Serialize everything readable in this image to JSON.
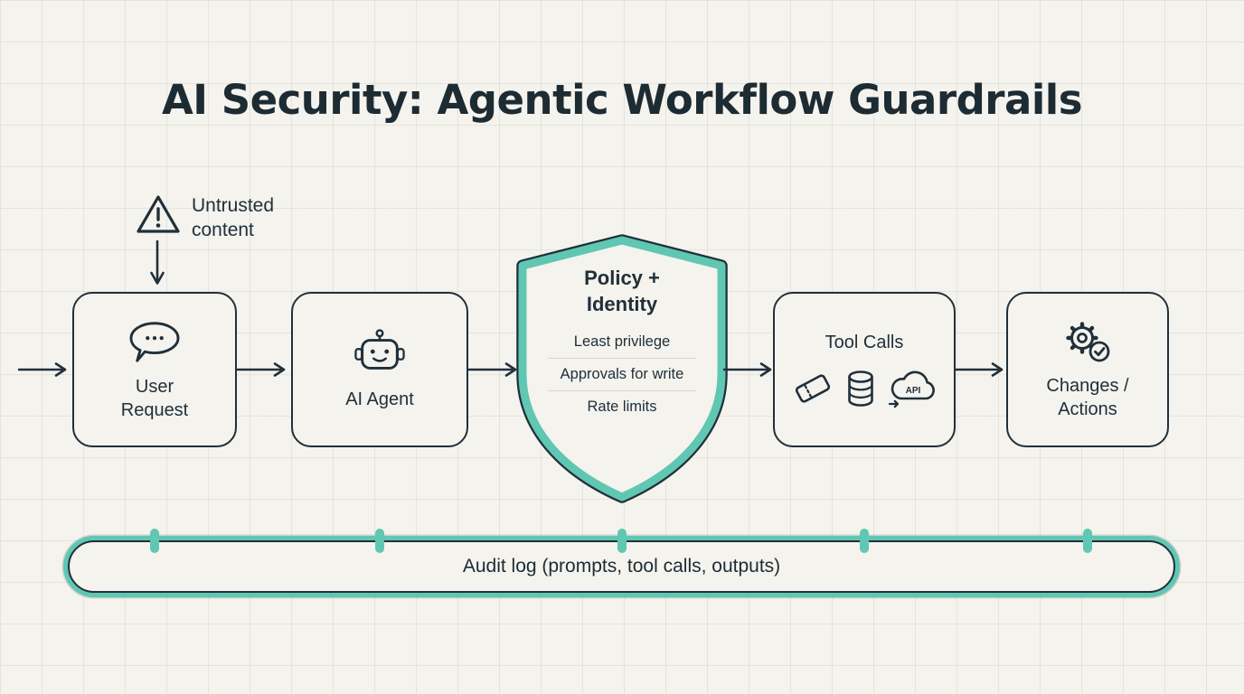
{
  "title": "AI Security: Agentic Workflow Guardrails",
  "colors": {
    "accent": "#5fc7b2",
    "ink": "#20303a",
    "paper": "#f5f3ee"
  },
  "flow": {
    "untrusted_label": "Untrusted content",
    "nodes": {
      "user_request": {
        "label": "User Request",
        "icon": "chat-bubble-icon"
      },
      "ai_agent": {
        "label": "AI Agent",
        "icon": "robot-icon"
      },
      "policy_identity": {
        "title": "Policy + Identity",
        "icon": "shield-icon",
        "rules": [
          "Least privilege",
          "Approvals for write",
          "Rate limits"
        ]
      },
      "tool_calls": {
        "label": "Tool Calls",
        "icons": [
          "ticket-icon",
          "database-icon",
          "cloud-api-icon"
        ],
        "api_text": "API"
      },
      "changes_actions": {
        "label": "Changes / Actions",
        "icon": "gear-check-icon"
      }
    }
  },
  "audit": {
    "label": "Audit log (prompts, tool calls, outputs)"
  }
}
